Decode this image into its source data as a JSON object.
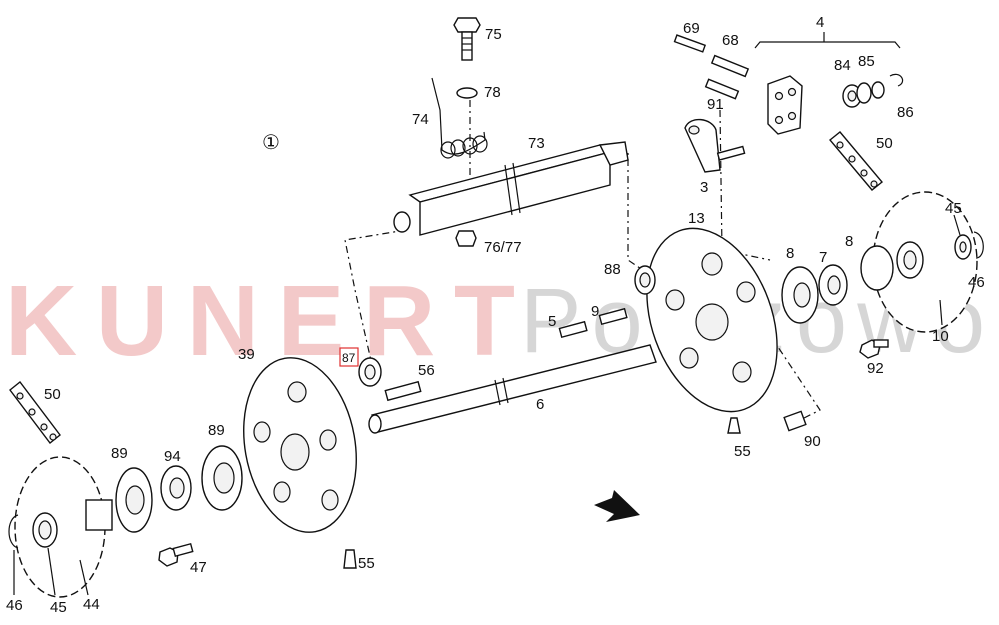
{
  "watermark": {
    "brand": "KUNERT",
    "suffix": "Połczowo"
  },
  "assembly_marker": "①",
  "callouts": {
    "p3": "3",
    "p4": "4",
    "p5": "5",
    "p6": "6",
    "p7": "7",
    "p8a": "8",
    "p8b": "8",
    "p9": "9",
    "p10": "10",
    "p13": "13",
    "p39": "39",
    "p44": "44",
    "p45a": "45",
    "p45b": "45",
    "p46a": "46",
    "p46b": "46",
    "p47": "47",
    "p50a": "50",
    "p50b": "50",
    "p55a": "55",
    "p55b": "55",
    "p56": "56",
    "p68": "68",
    "p69": "69",
    "p73": "73",
    "p74": "74",
    "p7677": "76/77",
    "p75": "75",
    "p78": "78",
    "p84": "84",
    "p85": "85",
    "p86": "86",
    "p87": "87",
    "p88": "88",
    "p89a": "89",
    "p89b": "89",
    "p90": "90",
    "p91": "91",
    "p92": "92",
    "p94": "94"
  },
  "highlight_color": "#e03030",
  "icons": {
    "direction_arrow": "direction-arrow-icon"
  }
}
